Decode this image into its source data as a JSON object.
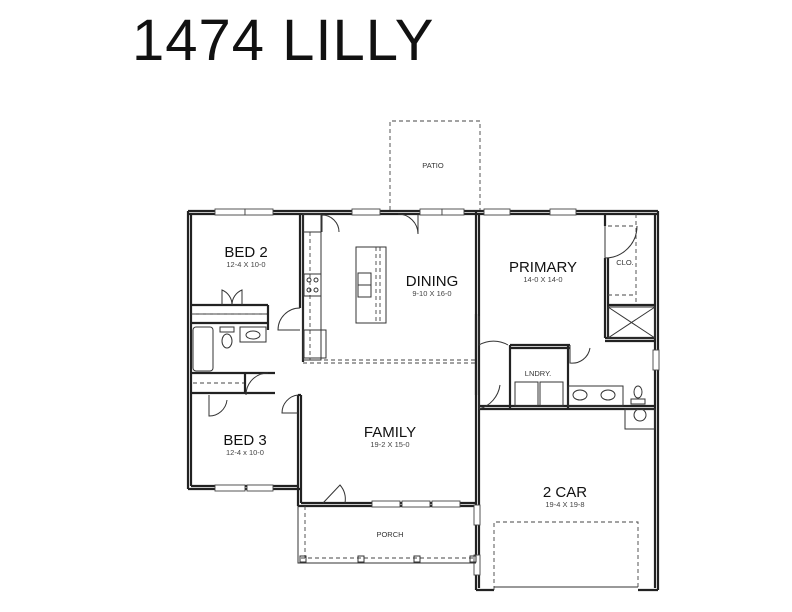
{
  "title": "1474 LILLY",
  "rooms": {
    "bed2": {
      "name": "BED 2",
      "dims": "12-4 X 10-0"
    },
    "dining": {
      "name": "DINING",
      "dims": "9-10 X 16-0"
    },
    "primary": {
      "name": "PRIMARY",
      "dims": "14-0 X 14-0"
    },
    "bed3": {
      "name": "BED 3",
      "dims": "12-4 x 10-0"
    },
    "family": {
      "name": "FAMILY",
      "dims": "19-2 X 15-0"
    },
    "garage": {
      "name": "2 CAR",
      "dims": "19-4 X 19-8"
    },
    "patio": {
      "name": "PATIO"
    },
    "porch": {
      "name": "PORCH"
    },
    "closet": {
      "name": "CLO."
    },
    "laundry": {
      "name": "LNDRY."
    }
  },
  "colors": {
    "wall": "#222222",
    "background": "#ffffff",
    "text": "#111111"
  }
}
